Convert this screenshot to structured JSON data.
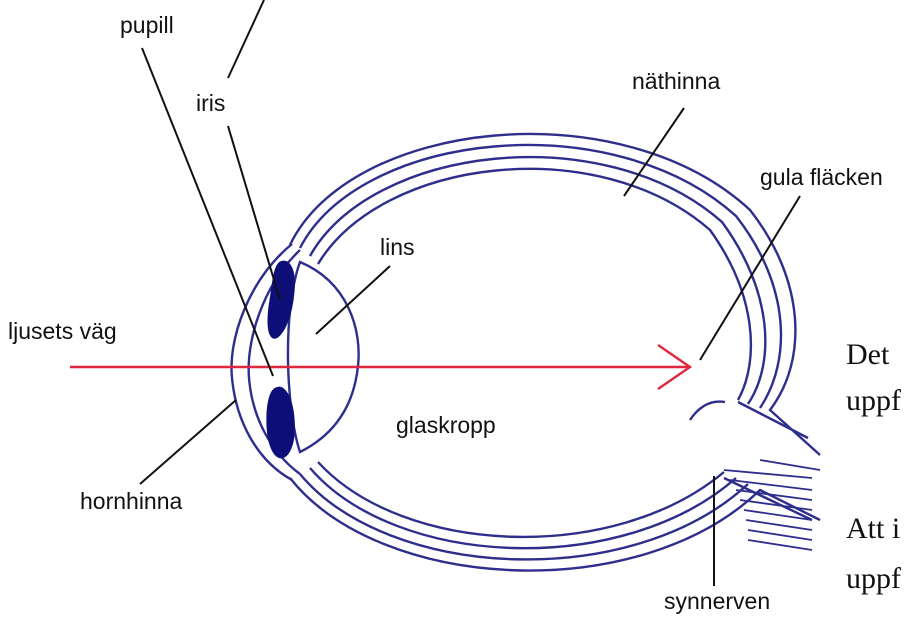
{
  "labels": {
    "pupil": "pupill",
    "iris": "iris",
    "retina": "näthinna",
    "macula": "gula fläcken",
    "lens": "lins",
    "light_path": "ljusets väg",
    "vitreous": "glaskropp",
    "cornea": "hornhinna",
    "optic_nerve": "synnerven"
  },
  "side_text": {
    "line1": "Det",
    "line2": "uppf",
    "line3": "Att i",
    "line4": "uppf"
  },
  "colors": {
    "eye_outline": "#2e2e8c",
    "eye_fill": "#0e0e78",
    "light_ray": "#e0283c",
    "leader_line": "#111111"
  }
}
